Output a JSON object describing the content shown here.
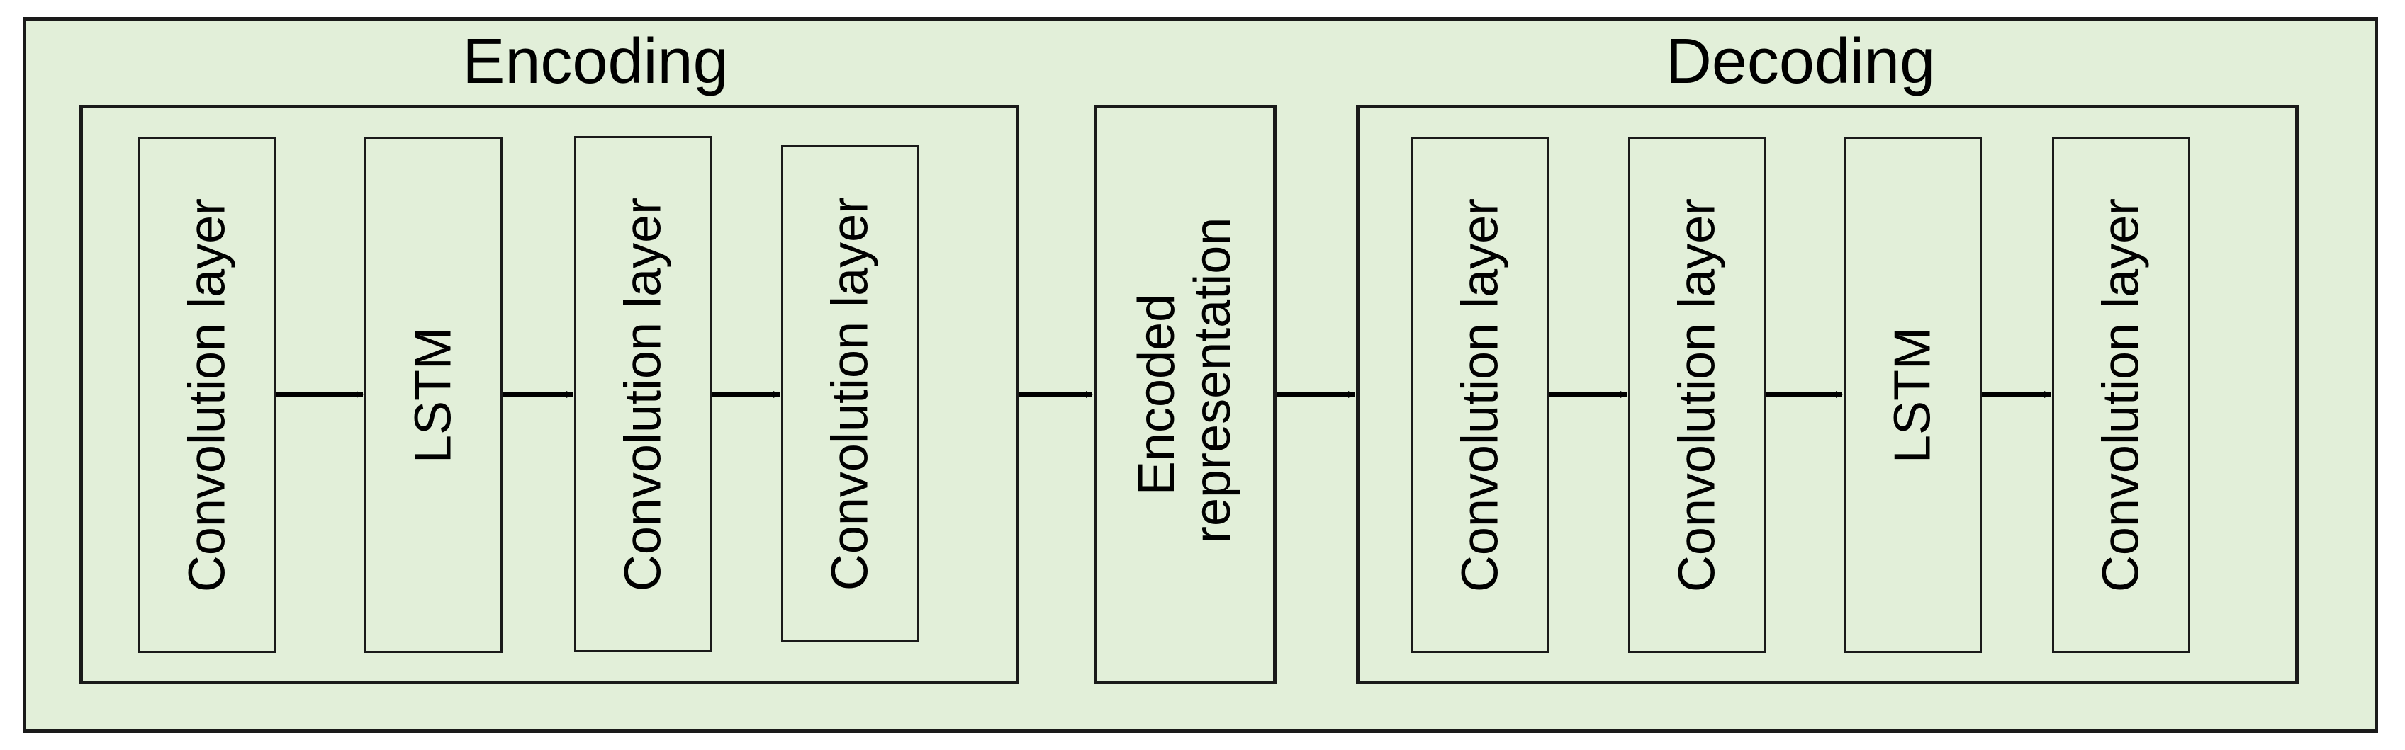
{
  "encoding": {
    "title": "Encoding",
    "layers": [
      "Convolution layer",
      "LSTM",
      "Convolution layer",
      "Convolution layer"
    ]
  },
  "middle": {
    "label": "Encoded representation"
  },
  "decoding": {
    "title": "Decoding",
    "layers": [
      "Convolution layer",
      "Convolution layer",
      "LSTM",
      "Convolution layer"
    ]
  }
}
